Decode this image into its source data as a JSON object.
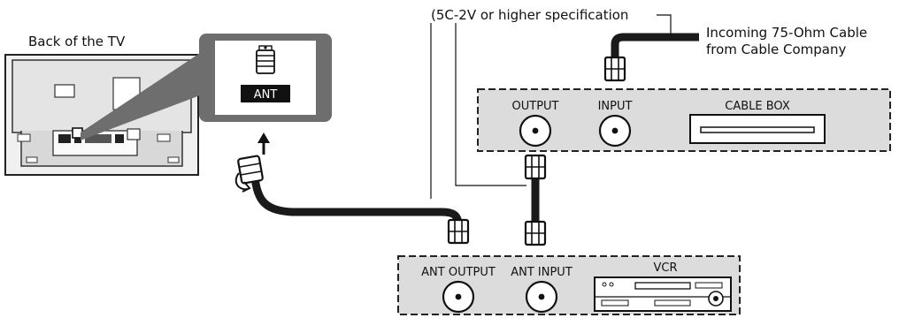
{
  "labels": {
    "back_of_tv": "Back of the TV",
    "cable_spec": "(5C-2V or higher specification",
    "incoming_line1": "Incoming 75-Ohm Cable",
    "incoming_line2": "from Cable Company",
    "ant_jack": "ANT"
  },
  "cable_box": {
    "title": "CABLE BOX",
    "output_label": "OUTPUT",
    "input_label": "INPUT"
  },
  "vcr": {
    "title": "VCR",
    "ant_output_label": "ANT OUTPUT",
    "ant_input_label": "ANT INPUT"
  },
  "colors": {
    "cable": "#1a1a1a",
    "panel_fill": "#dcdcdc",
    "panel_border": "#222222",
    "callout": "#6e6e6e"
  }
}
